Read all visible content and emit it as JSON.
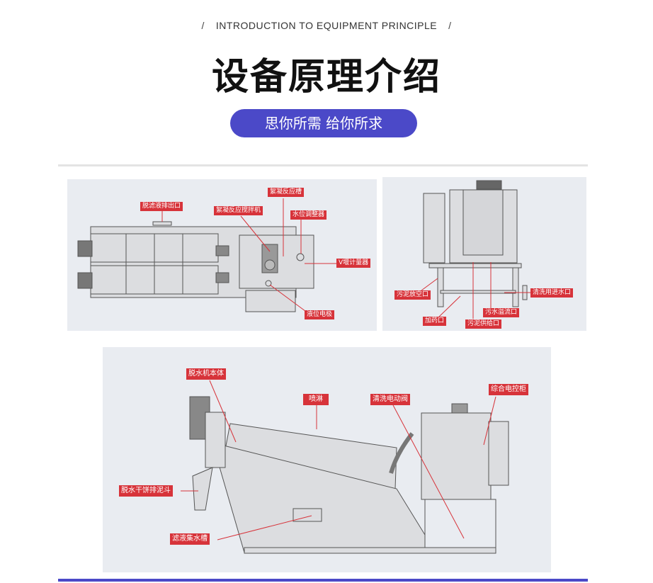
{
  "header": {
    "subtitle": "INTRODUCTION TO EQUIPMENT PRINCIPLE",
    "slash": "/",
    "title": "设备原理介绍",
    "tagline": "思你所需  给你所求"
  },
  "colors": {
    "accent": "#4b49c8",
    "label_bg": "#d7333a",
    "panel_bg": "#e9ecf1"
  },
  "top_view": {
    "labels": [
      "脱滤液排出口",
      "絮凝反应槽",
      "絮凝反应搅拌机",
      "水位调整器",
      "V堰计量器",
      "液位电极"
    ]
  },
  "side_view": {
    "labels": [
      "污泥放空口",
      "加药口",
      "污泥供给口",
      "污水溢流口",
      "清洗用进水口"
    ]
  },
  "front_view": {
    "labels": [
      "脱水机本体",
      "喷淋",
      "清洗电动阀",
      "综合电控柜",
      "脱水干饼排泥斗",
      "滤液集水槽"
    ]
  }
}
